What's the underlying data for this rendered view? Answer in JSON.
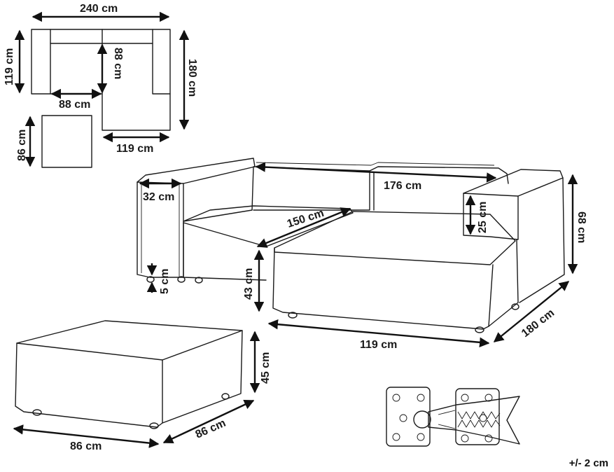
{
  "plan": {
    "total_width": "240 cm",
    "left_depth": "119 cm",
    "seat_depth_vertical": "88 cm",
    "seat_width": "88 cm",
    "total_depth": "180 cm",
    "chaise_width": "119 cm",
    "ottoman_depth": "86 cm"
  },
  "sofa": {
    "armrest_width": "32 cm",
    "backrest_length": "176 cm",
    "chaise_length": "150 cm",
    "armrest_height": "25 cm",
    "total_height": "68 cm",
    "seat_height": "43 cm",
    "leg_height": "5 cm",
    "chaise_front_width": "119 cm",
    "total_depth": "180 cm"
  },
  "ottoman": {
    "height": "45 cm",
    "width": "86 cm",
    "depth": "86 cm"
  },
  "tolerance": "+/- 2 cm"
}
